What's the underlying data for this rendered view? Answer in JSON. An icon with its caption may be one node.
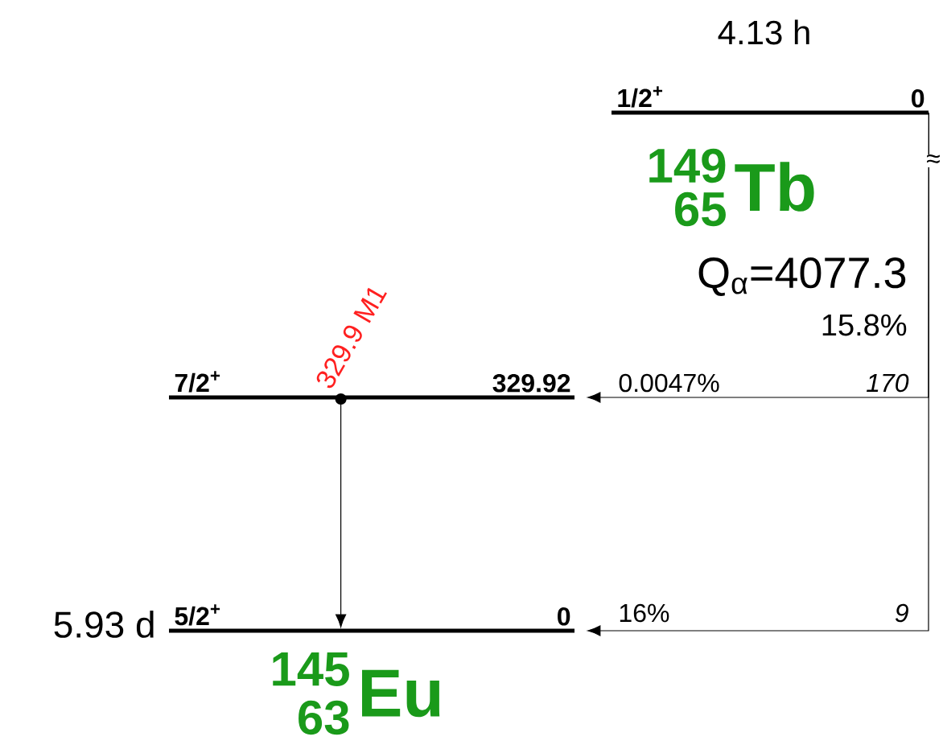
{
  "diagram": {
    "nodes": [
      {
        "text": [
          "1/2$^{+}$",
          "0"
        ],
        "beside": [
          "4.13 h"
        ]
      },
      {
        "text": [
          "7/2$^{+}$",
          "329.92"
        ]
      },
      {
        "text": [
          "5/2$^{+}$",
          "0"
        ],
        "beside": [
          "5.93 d"
        ]
      }
    ],
    "edges": [
      {
        "from": 0,
        "to": 1,
        "arrow": "to"
      },
      {
        "from": 0,
        "to": 2,
        "arrow": "to"
      },
      {
        "from": 1,
        "to": 2,
        "arrow": "to",
        "label": "329.9 M1"
      }
    ],
    "labels": [
      "≈",
      "149",
      "65",
      "Tb",
      "Q$_{α}$=4077.3",
      "15.8%",
      "0.0047%",
      "170",
      "16%",
      "9",
      "145",
      "63",
      "Eu"
    ]
  }
}
